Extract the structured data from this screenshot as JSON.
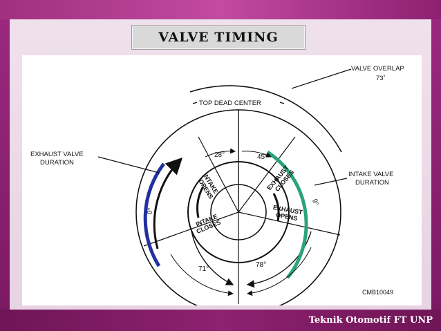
{
  "slide": {
    "title": "VALVE TIMING",
    "footer": "Teknik Otomotif  FT UNP"
  },
  "diagram": {
    "labels": {
      "valve_overlap": "VALVE OVERLAP",
      "valve_overlap_value": "73˚",
      "top_dead_center": "TOP DEAD CENTER",
      "exhaust_duration_1": "EXHAUST VALVE",
      "exhaust_duration_2": "DURATION",
      "intake_duration_1": "INTAKE VALVE",
      "intake_duration_2": "DURATION",
      "angle_28": "28°",
      "angle_45": "45°",
      "angle_71": "71°",
      "angle_78": "78°",
      "partial_left": "0°",
      "partial_right": "9°",
      "intake_opens_1": "INTAKE",
      "intake_opens_2": "OPENS",
      "intake_closes_1": "INTAKE",
      "intake_closes_2": "CLOSES",
      "exhaust_closes_1": "EXHAUST",
      "exhaust_closes_2": "CLOSES",
      "exhaust_opens_1": "EXHAUST",
      "exhaust_opens_2": "OPENS",
      "code": "CMB10049"
    },
    "colors": {
      "exhaust_arc": "#2030a0",
      "intake_arc": "#2aa37e",
      "line": "#111111"
    }
  }
}
